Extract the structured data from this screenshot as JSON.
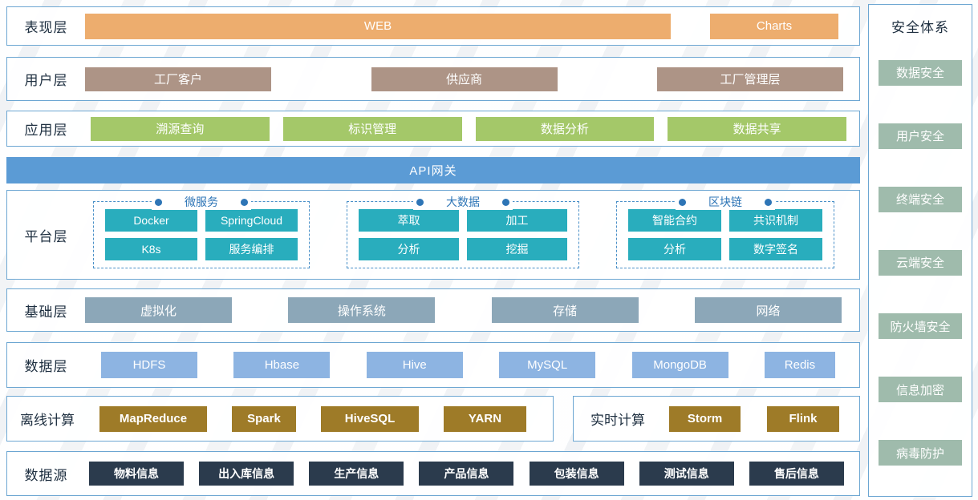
{
  "layers": {
    "presentation": {
      "label": "表现层",
      "items": [
        "WEB",
        "Charts"
      ]
    },
    "user": {
      "label": "用户层",
      "items": [
        "工厂客户",
        "供应商",
        "工厂管理层"
      ]
    },
    "application": {
      "label": "应用层",
      "items": [
        "溯源查询",
        "标识管理",
        "数据分析",
        "数据共享"
      ]
    },
    "gateway": {
      "label": "API网关"
    },
    "platform": {
      "label": "平台层",
      "groups": [
        {
          "title": "微服务",
          "items": [
            "Docker",
            "SpringCloud",
            "K8s",
            "服务编排"
          ]
        },
        {
          "title": "大数据",
          "items": [
            "萃取",
            "加工",
            "分析",
            "挖掘"
          ]
        },
        {
          "title": "区块链",
          "items": [
            "智能合约",
            "共识机制",
            "分析",
            "数字签名"
          ]
        }
      ]
    },
    "infrastructure": {
      "label": "基础层",
      "items": [
        "虚拟化",
        "操作系统",
        "存储",
        "网络"
      ]
    },
    "data": {
      "label": "数据层",
      "items": [
        "HDFS",
        "Hbase",
        "Hive",
        "MySQL",
        "MongoDB",
        "Redis"
      ]
    },
    "offline": {
      "label": "离线计算",
      "items": [
        "MapReduce",
        "Spark",
        "HiveSQL",
        "YARN"
      ]
    },
    "realtime": {
      "label": "实时计算",
      "items": [
        "Storm",
        "Flink"
      ]
    },
    "source": {
      "label": "数据源",
      "items": [
        "物料信息",
        "出入库信息",
        "生产信息",
        "产品信息",
        "包装信息",
        "测试信息",
        "售后信息"
      ]
    }
  },
  "security": {
    "title": "安全体系",
    "items": [
      "数据安全",
      "用户安全",
      "终端安全",
      "云端安全",
      "防火墙安全",
      "信息加密",
      "病毒防护"
    ]
  },
  "colors": {
    "presentation_box": "#edad6e",
    "user_box": "#ad9486",
    "application_box": "#a4c869",
    "gateway_bar": "#5b9bd5",
    "platform_box": "#29adbd",
    "platform_accent": "#2e75b6",
    "infrastructure_box": "#8ca7b8",
    "data_box": "#8db4e2",
    "compute_box": "#9e7b28",
    "source_box": "#2b3b4d",
    "security_box": "#9fbbac",
    "panel_border": "#6ca6d2"
  }
}
